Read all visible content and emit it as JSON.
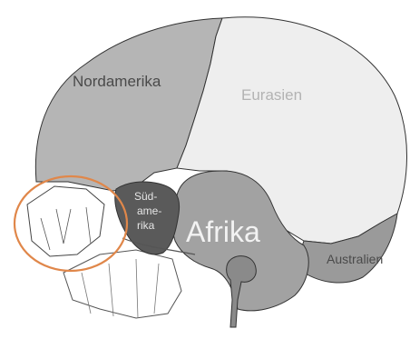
{
  "labels": {
    "nordamerika": "Nordamerika",
    "eurasien": "Eurasien",
    "suedamerika_1": "Süd-",
    "suedamerika_2": "ame-",
    "suedamerika_3": "rika",
    "afrika": "Afrika",
    "australien": "Australien"
  },
  "colors": {
    "nordamerika": "#b5b5b5",
    "eurasien": "#eeeeee",
    "suedamerika": "#5a5a5a",
    "afrika": "#a2a2a2",
    "australien": "#9a9a9a",
    "outline": "#333333",
    "highlight_circle": "#e0874a",
    "label_dark": "#4a4a4a",
    "label_light": "#b3b3b3"
  }
}
